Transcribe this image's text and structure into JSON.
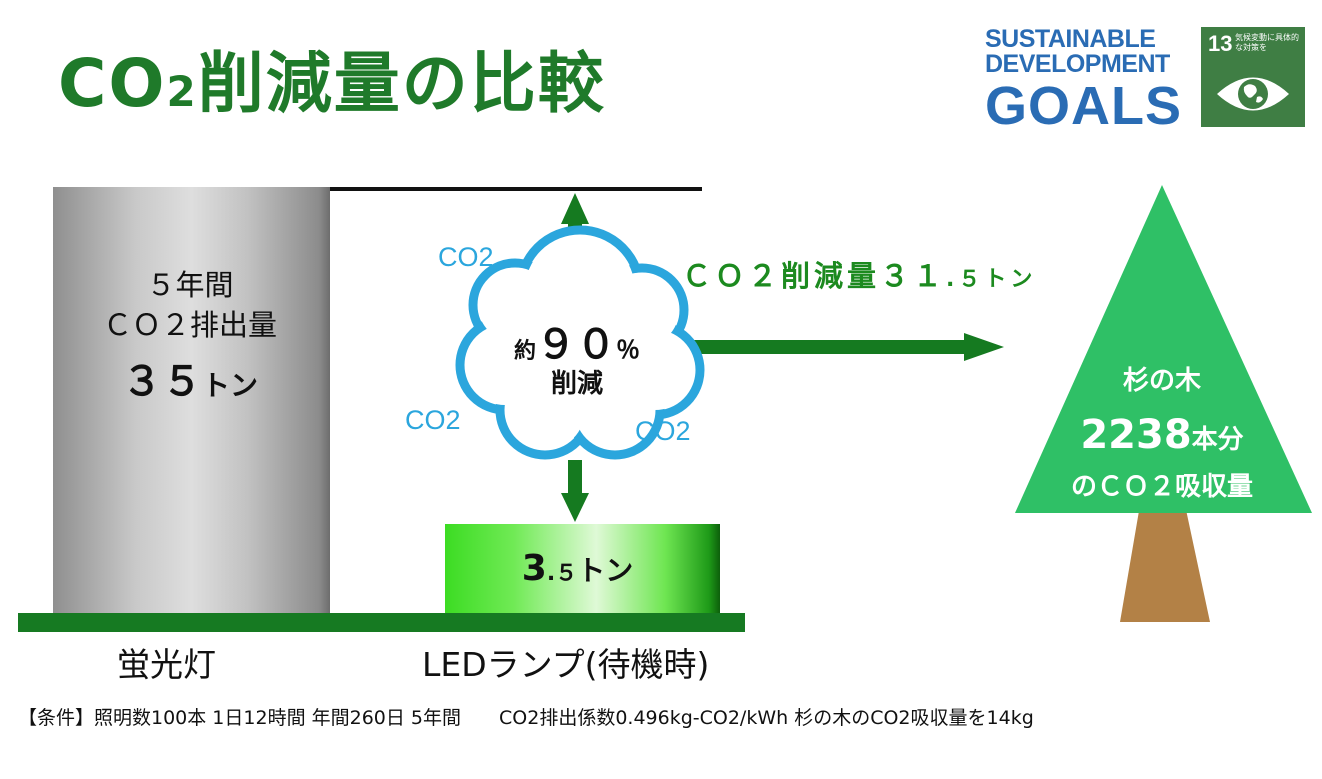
{
  "title": {
    "main": "CO",
    "sub": "2",
    "rest": "削減量の比較"
  },
  "sdg": {
    "line1": "SUSTAINABLE",
    "line2": "DEVELOPMENT",
    "line3": "GOALS",
    "goal_number": "13",
    "goal_label": "気候変動に具体的な対策を"
  },
  "fluorescent": {
    "line1": "５年間",
    "line2": "ＣＯ２排出量",
    "value": "３５",
    "unit": "トン",
    "label": "蛍光灯"
  },
  "led": {
    "value": "3",
    "value_decimal": ".５",
    "unit": "トン",
    "label": "LEDランプ(待機時)"
  },
  "cloud": {
    "prefix": "約",
    "percent": "９０",
    "percent_sign": "％",
    "text": "削減",
    "co2_labels": [
      "CO2",
      "CO2",
      "CO2"
    ]
  },
  "reduction": {
    "main": "ＣＯ２削減量３１",
    "decimal": ".５",
    "unit": "トン"
  },
  "tree": {
    "line1": "杉の木",
    "number": "2238",
    "unit": "本分",
    "line3": "のＣＯ２吸収量"
  },
  "footer": "【条件】照明数100本 1日12時間 年間260日 5年間　　CO2排出係数0.496kg-CO2/kWh 杉の木のCO2吸収量を14kg",
  "colors": {
    "title_green": "#1f7a2a",
    "arrow_green": "#157a20",
    "tree_green": "#2fc066",
    "trunk": "#b38146",
    "cloud_outline": "#2ba6dd",
    "sdg_blue": "#2a6cb4",
    "goal13_green": "#3f7e44"
  }
}
